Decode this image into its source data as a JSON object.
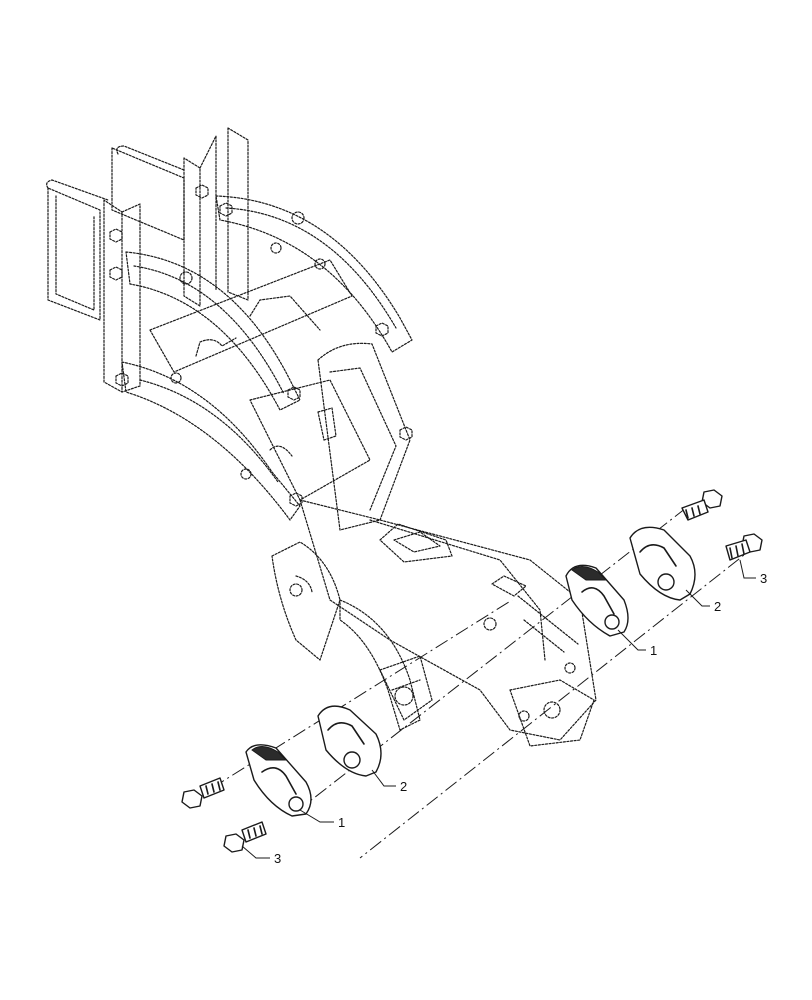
{
  "callouts": [
    {
      "id": "c1a",
      "label": "1"
    },
    {
      "id": "c2a",
      "label": "2"
    },
    {
      "id": "c3a",
      "label": "3"
    },
    {
      "id": "c1b",
      "label": "1"
    },
    {
      "id": "c2b",
      "label": "2"
    },
    {
      "id": "c3b",
      "label": "3"
    }
  ]
}
